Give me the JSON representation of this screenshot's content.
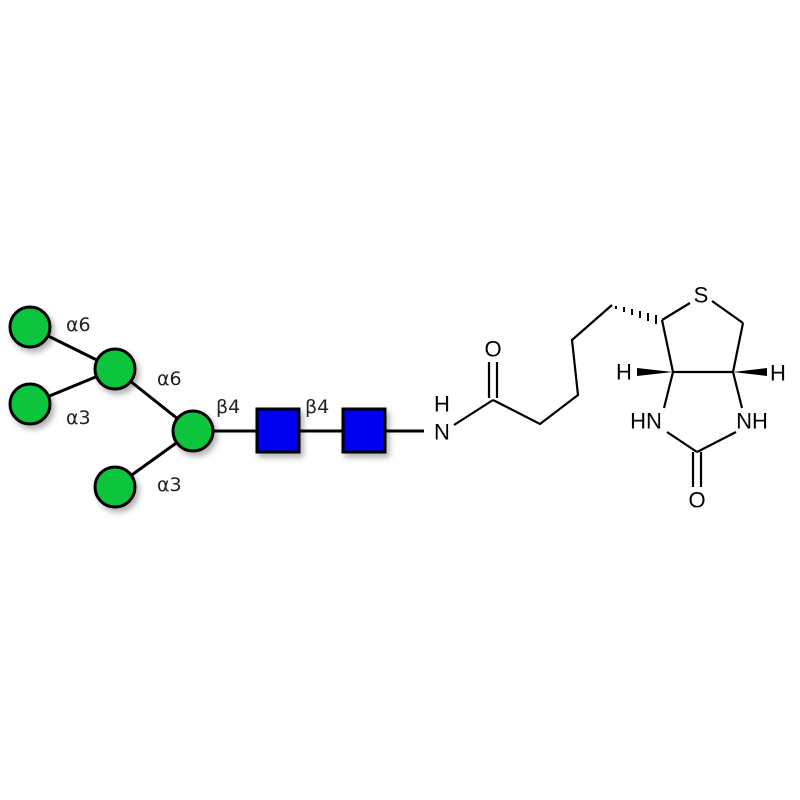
{
  "colors": {
    "mannose": "#0dc43c",
    "glcnac": "#0000f0",
    "outline": "#000000"
  },
  "glycan": {
    "linkages": {
      "man_a6_outer": "α6",
      "man_a3_outer": "α3",
      "man_a6_core": "α6",
      "man_a3_core": "α3",
      "glcnac_b4_1": "β4",
      "glcnac_b4_2": "β4"
    }
  },
  "biotin": {
    "atoms": {
      "amide_n": "N",
      "amide_h": "H",
      "amide_o": "O",
      "sulfur": "S",
      "h_left": "H",
      "h_right": "H",
      "nh_left": "HN",
      "nh_right": "NH",
      "urea_o": "O"
    }
  }
}
